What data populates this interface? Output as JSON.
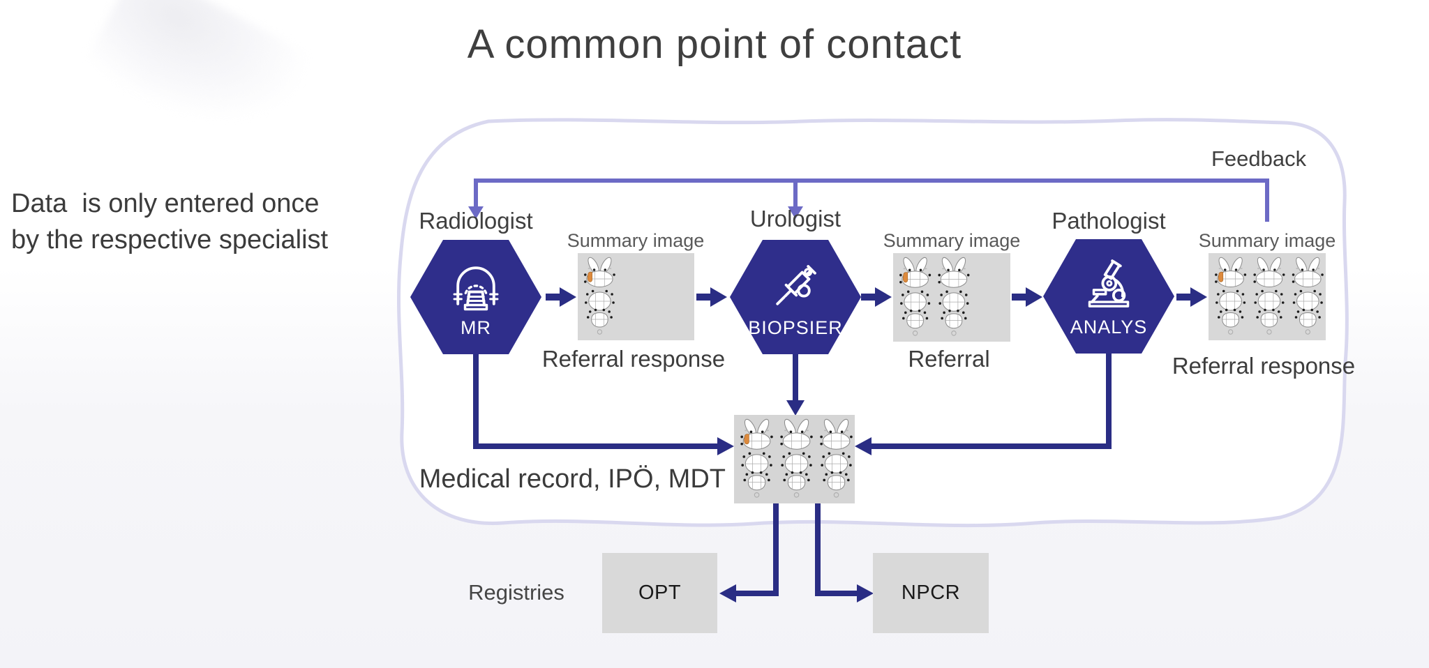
{
  "title": "A common point of contact",
  "note": "Data  is only entered once\nby the respective specialist",
  "feedback_label": "Feedback",
  "specialists": [
    {
      "role": "Radiologist",
      "action": "MR",
      "icon": "mri-scanner-icon"
    },
    {
      "role": "Urologist",
      "action": "BIOPSIER",
      "icon": "syringe-icon"
    },
    {
      "role": "Pathologist",
      "action": "ANALYS",
      "icon": "microscope-icon"
    }
  ],
  "summary_images": [
    {
      "label": "Summary image",
      "caption": "Referral response",
      "columns": 1,
      "highlight_first_column": true
    },
    {
      "label": "Summary image",
      "caption": "Referral",
      "columns": 2,
      "highlight_first_column": true
    },
    {
      "label": "Summary image",
      "caption": "Referral response",
      "columns": 3,
      "highlight_first_column": true
    }
  ],
  "central_record": {
    "label": "Medical record, IPÖ, MDT",
    "columns": 3,
    "highlight_first_column": true
  },
  "registries": {
    "label": "Registries",
    "items": [
      "OPT",
      "NPCR"
    ]
  },
  "colors": {
    "hexagon": "#2f2e8b",
    "arrow_dark": "#2a2d84",
    "feedback_line": "#6c6ac5",
    "container_border": "#d9d8ef",
    "box_gray": "#d9d9d9",
    "highlight_orange": "#dd8a3d",
    "text_dark": "#3d3d3d"
  }
}
